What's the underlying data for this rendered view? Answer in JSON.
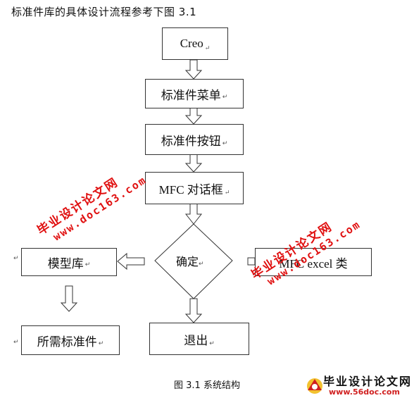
{
  "heading": "标准件库的具体设计流程参考下图 3.1",
  "nodes": {
    "creo": "Creo",
    "menu": "标准件菜单",
    "button": "标准件按钮",
    "dialog": "MFC 对话框",
    "decision": "确定",
    "model_lib": "模型库",
    "required": "所需标准件",
    "excel": "MFC excel 类",
    "exit": "退出"
  },
  "return_mark": "↵",
  "caption": "图 3.1 系统结构",
  "watermark": {
    "line1": "毕业设计论文网",
    "line2": "www.doc163.com"
  },
  "logo": {
    "title": "毕业设计论文网",
    "url": "www.56doc.com"
  },
  "colors": {
    "watermark": "#e01010",
    "border": "#333333"
  }
}
